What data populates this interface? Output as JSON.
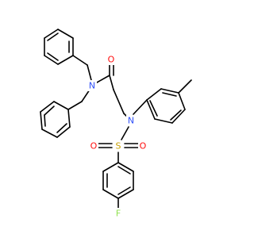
{
  "molecule": {
    "atoms": [
      {
        "id": "n_amide",
        "symbol": "N",
        "color": "#3050F8"
      },
      {
        "id": "o_carbonyl",
        "symbol": "O",
        "color": "#FF0D0D"
      },
      {
        "id": "n_sulfonamide",
        "symbol": "N",
        "color": "#3050F8"
      },
      {
        "id": "sulfur",
        "symbol": "S",
        "color": "#C8A000"
      },
      {
        "id": "o_sulfonyl_left",
        "symbol": "O",
        "color": "#FF0D0D"
      },
      {
        "id": "o_sulfonyl_right",
        "symbol": "O",
        "color": "#FF0D0D"
      },
      {
        "id": "fluorine",
        "symbol": "F",
        "color": "#90E050"
      }
    ],
    "bond_color": "#000000"
  }
}
